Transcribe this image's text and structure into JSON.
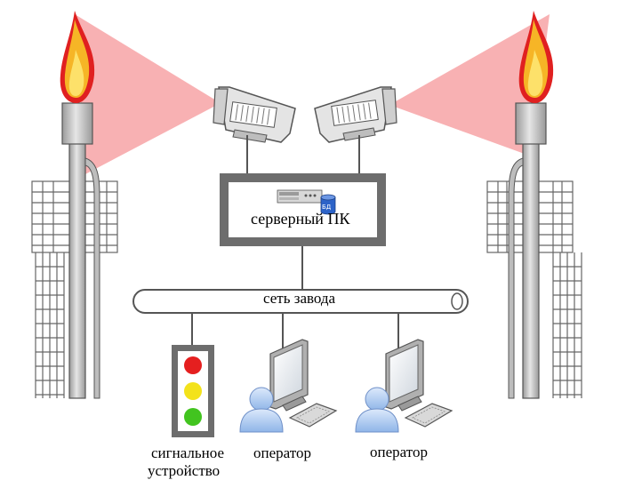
{
  "labels": {
    "server": "серверный ПК",
    "network": "сеть завода",
    "signal_line1": "сигнальное",
    "signal_line2": "устройство",
    "operator_left": "оператор",
    "operator_right": "оператор",
    "db_badge": "БД"
  },
  "colors": {
    "flame_outer": "#e02020",
    "flame_inner": "#f6b526",
    "flame_core": "#fde16a",
    "camera_beam": "#f7a8ab",
    "stack_gray": "#b4b4b4",
    "frame_gray": "#6d6d6d",
    "light_red": "#e51f1f",
    "light_yellow": "#f3e21b",
    "light_green": "#42c41f",
    "operator_blue": "#b8d3f5"
  },
  "icons": [
    "flame-icon",
    "camera-icon",
    "server-icon",
    "database-icon",
    "traffic-light-icon",
    "monitor-icon",
    "keyboard-icon",
    "user-icon"
  ]
}
